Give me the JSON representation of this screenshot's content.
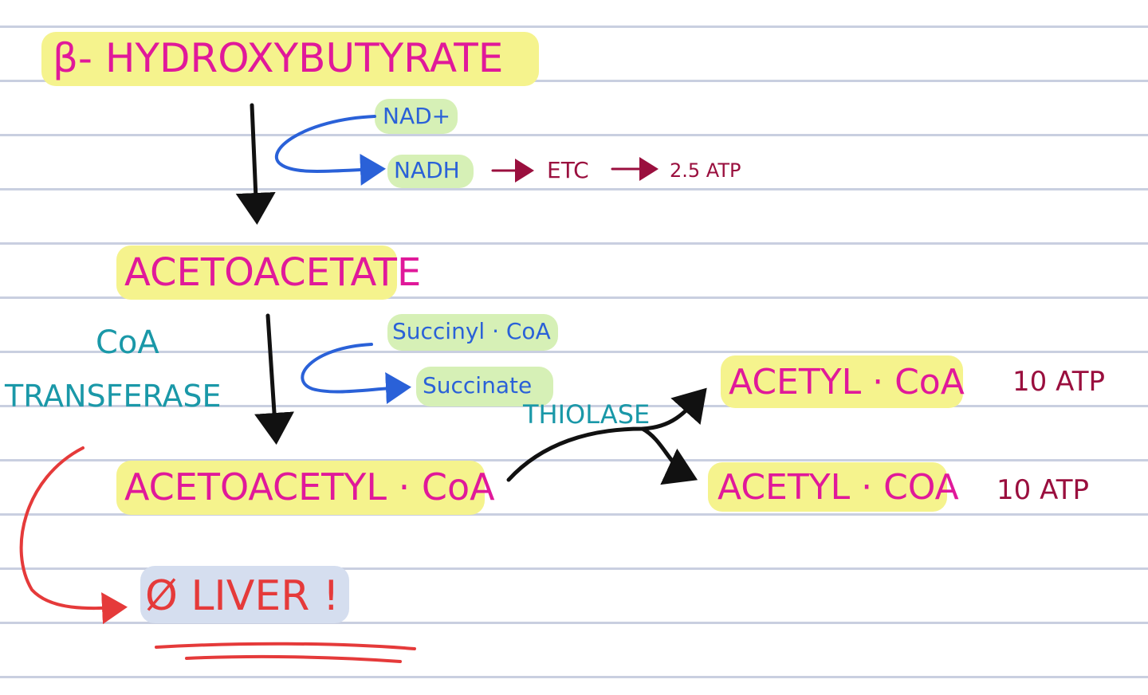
{
  "metabolites": {
    "bhb": "β- HYDROXYBUTYRATE",
    "acetoacetate": "ACETOACETATE",
    "acetoacetyl_coa": "ACETOACETYL · CoA",
    "acetyl_coa_1": "ACETYL · CoA",
    "acetyl_coa_2": "ACETYL · COA"
  },
  "cofactors": {
    "nad_plus": "NAD+",
    "nadh": "NADH",
    "succinyl_coa": "Succinyl · CoA",
    "succinate": "Succinate"
  },
  "energy": {
    "etc": "ETC",
    "atp_nadh": "2.5 ATP",
    "atp_acetyl_1": "10 ATP",
    "atp_acetyl_2": "10 ATP"
  },
  "enzymes": {
    "coa_line1": "CoA",
    "coa_line2": "TRANSFERASE",
    "thiolase": "THIOLASE"
  },
  "note": {
    "no_liver": "Ø LIVER !"
  },
  "colors": {
    "metabolite": "#e0199a",
    "cofactor": "#2a61d8",
    "energy": "#9a0f3e",
    "enzyme": "#1a98a8",
    "warning": "#e53a3a",
    "highlight_yellow": "#f5f38d",
    "highlight_green": "#d6f0b6",
    "highlight_blue": "#d5deef",
    "ruled_line": "#c9cfe0"
  }
}
